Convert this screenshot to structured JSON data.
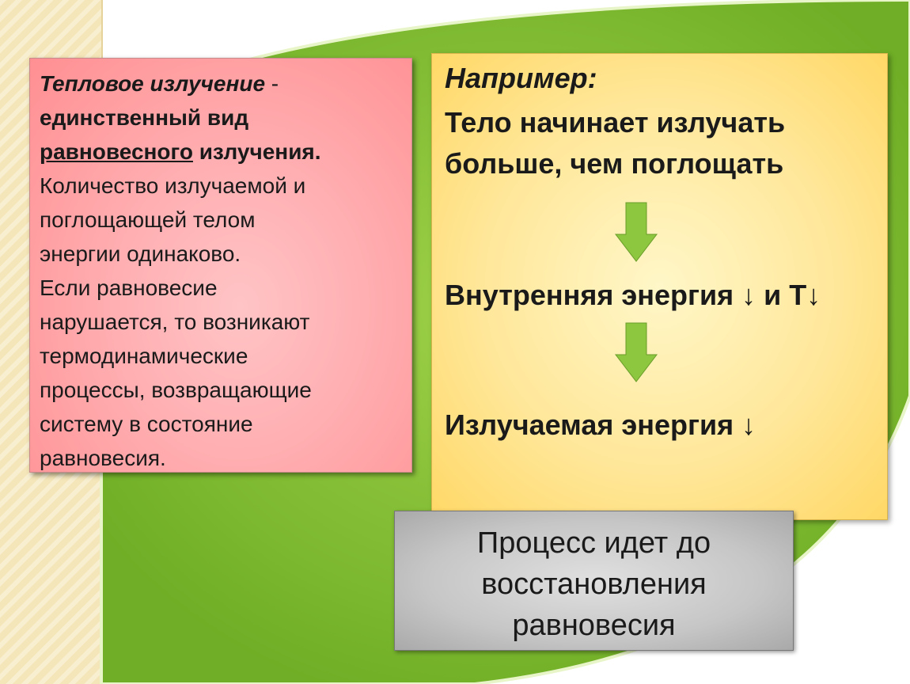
{
  "left_box": {
    "l1_term": "Тепловое излучение",
    "l1_dash": " -",
    "l2": "единственный вид",
    "l3_under": "равновесного",
    "l3_rest": " излучения.",
    "l4": "Количество излучаемой и",
    "l5": "поглощающей телом",
    "l6": "энергии одинаково.",
    "l7": "Если равновесие",
    "l8": "нарушается, то возникают",
    "l9": "термодинамические",
    "l10": "процессы, возвращающие",
    "l11": "систему в состояние",
    "l12": "равновесия."
  },
  "right_box": {
    "example": "Например:",
    "line1": "Тело начинает излучать",
    "line2": "больше, чем поглощать",
    "step1": "Внутренняя энергия ↓ и Т↓",
    "step2": "Излучаемая энергия ↓"
  },
  "bottom_box": {
    "l1": "Процесс идет до",
    "l2": "восстановления",
    "l3": "равновесия"
  },
  "colors": {
    "green_shape": "#8cc63f",
    "arrow_green": "#8dc63f",
    "term_blue": "#1f2bd0"
  }
}
